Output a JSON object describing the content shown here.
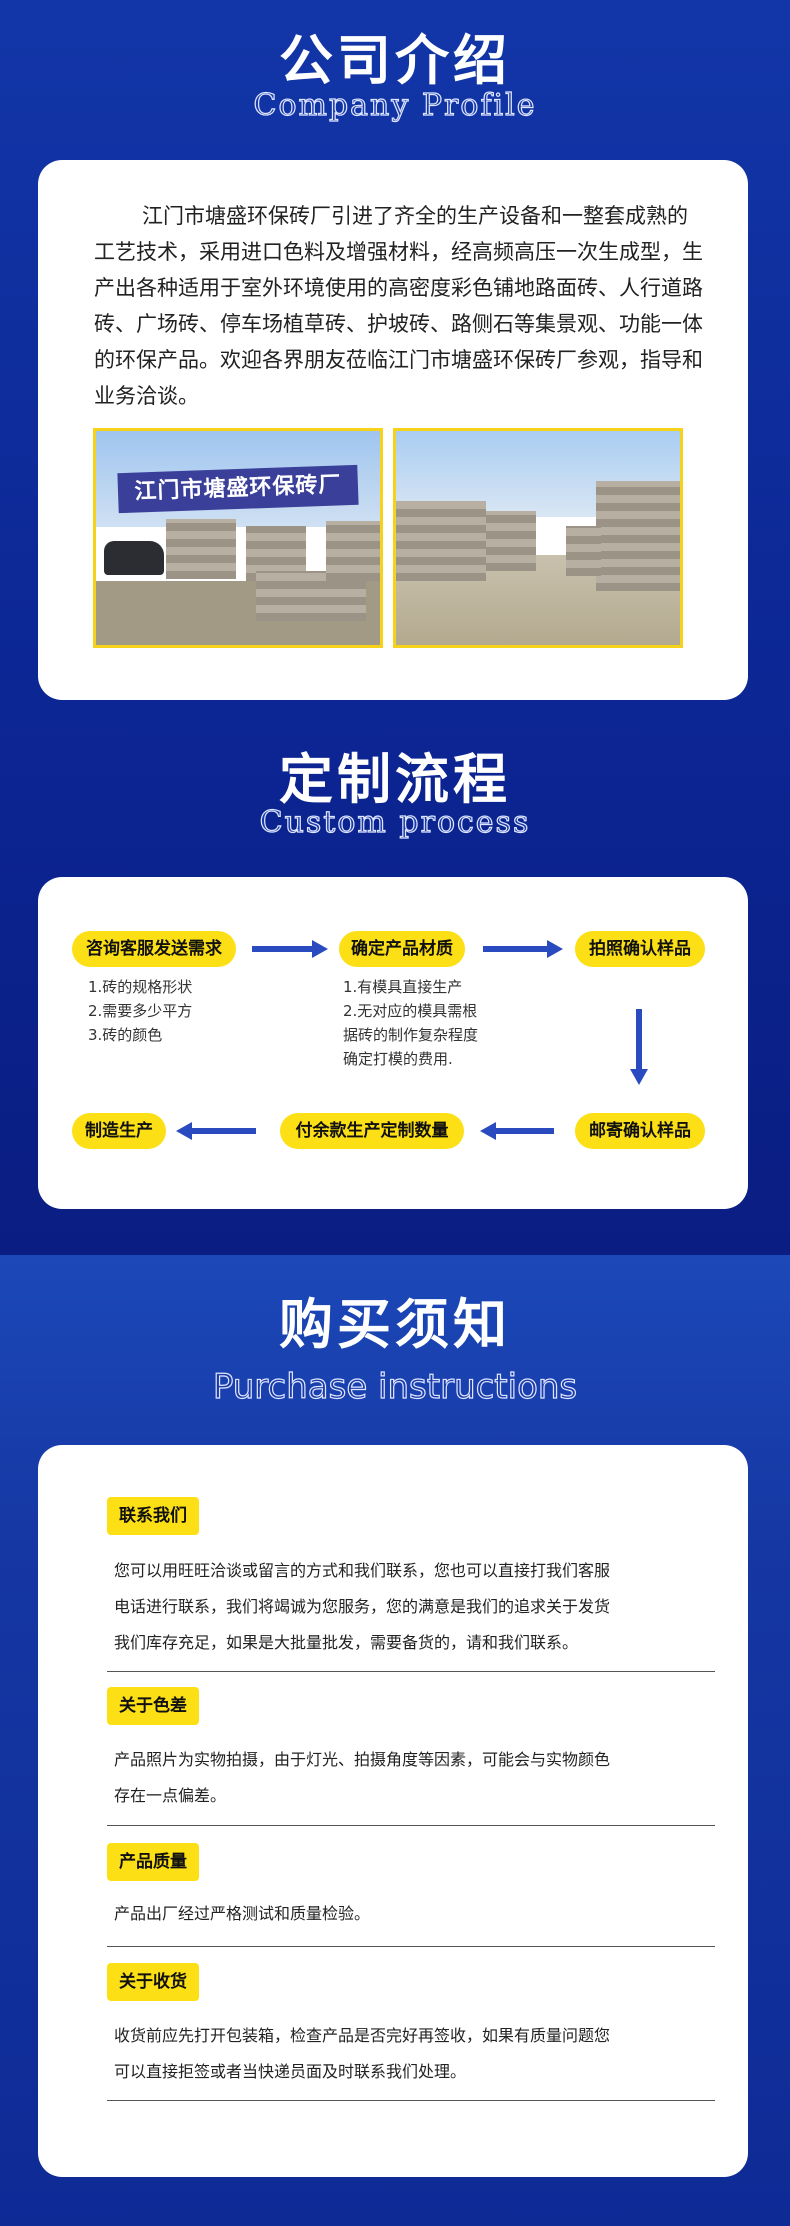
{
  "profile": {
    "title": "公司介绍",
    "subtitle": "Company Profile",
    "intro": "江门市塘盛环保砖厂引进了齐全的生产设备和一整套成熟的工艺技术，采用进口色料及增强材料，经高频高压一次生成型，生产出各种适用于室外环境使用的高密度彩色铺地路面砖、人行道路砖、广场砖、停车场植草砖、护坡砖、路侧石等集景观、功能一体的环保产品。欢迎各界朋友莅临江门市塘盛环保砖厂参观，指导和业务洽谈。",
    "sign_text": "江门市塘盛环保砖厂"
  },
  "process": {
    "title": "定制流程",
    "subtitle": "Custom process",
    "steps": {
      "consult": "咨询客服发送需求",
      "material": "确定产品材质",
      "confirm_sample": "拍照确认样品",
      "mail_sample": "邮寄确认样品",
      "balance": "付余款生产定制数量",
      "produce": "制造生产"
    },
    "consult_notes": [
      "1.砖的规格形状",
      "2.需要多少平方",
      "3.砖的颜色"
    ],
    "material_notes": [
      "1.有模具直接生产",
      "2.无对应的模具需根",
      "据砖的制作复杂程度",
      "确定打模的费用."
    ]
  },
  "purchase": {
    "title": "购买须知",
    "subtitle": "Purchase instructions",
    "sections": [
      {
        "tag": "联系我们",
        "lines": [
          "您可以用旺旺洽谈或留言的方式和我们联系，您也可以直接打我们客服",
          "电话进行联系，我们将竭诚为您服务，您的满意是我们的追求关于发货",
          "我们库存充足，如果是大批量批发，需要备货的，请和我们联系。"
        ]
      },
      {
        "tag": "关于色差",
        "lines": [
          "产品照片为实物拍摄，由于灯光、拍摄角度等因素，可能会与实物颜色",
          "存在一点偏差。"
        ]
      },
      {
        "tag": "产品质量",
        "lines": [
          "产品出厂经过严格测试和质量检验。"
        ]
      },
      {
        "tag": "关于收货",
        "lines": [
          "收货前应先打开包装箱，检查产品是否完好再签收，如果有质量问题您",
          "可以直接拒签或者当快递员面及时联系我们处理。"
        ]
      }
    ]
  }
}
